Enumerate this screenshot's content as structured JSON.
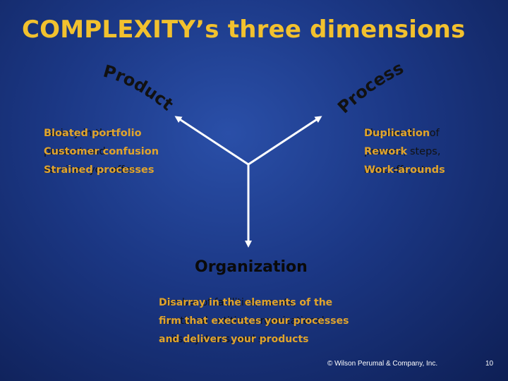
{
  "slide": {
    "title": "COMPLEXITY’s three dimensions",
    "dimensions": {
      "product": "Product",
      "process": "Process",
      "organization": "Organization"
    },
    "product_block": {
      "bold_lines": [
        "Bloated portfolio",
        "Customer confusion",
        "Strained processes"
      ],
      "normal_lines": [
        "Variety in the",
        "product and",
        "services you offer"
      ]
    },
    "process_block": {
      "bold_lines": [
        "Duplication",
        "Rework",
        "Work-arounds"
      ],
      "normal_lines": [
        "The number of",
        "process, steps,",
        "handoffs, etc"
      ]
    },
    "organization_block": {
      "bold_lines": [
        "Disarray in the elements of the",
        "firm that executes your processes",
        "and delivers your products"
      ],
      "normal_lines": [
        "Number of facilities, assets,",
        "functional entities, organizational",
        "units, systems, and so on"
      ]
    },
    "footer": {
      "copyright": "© Wilson Perumal & Company, Inc.",
      "page_number": "10"
    },
    "colors": {
      "title": "#f2c12e",
      "bold_text": "#e0a42c",
      "normal_text": "#111111",
      "arrows": "#ffffff"
    }
  }
}
